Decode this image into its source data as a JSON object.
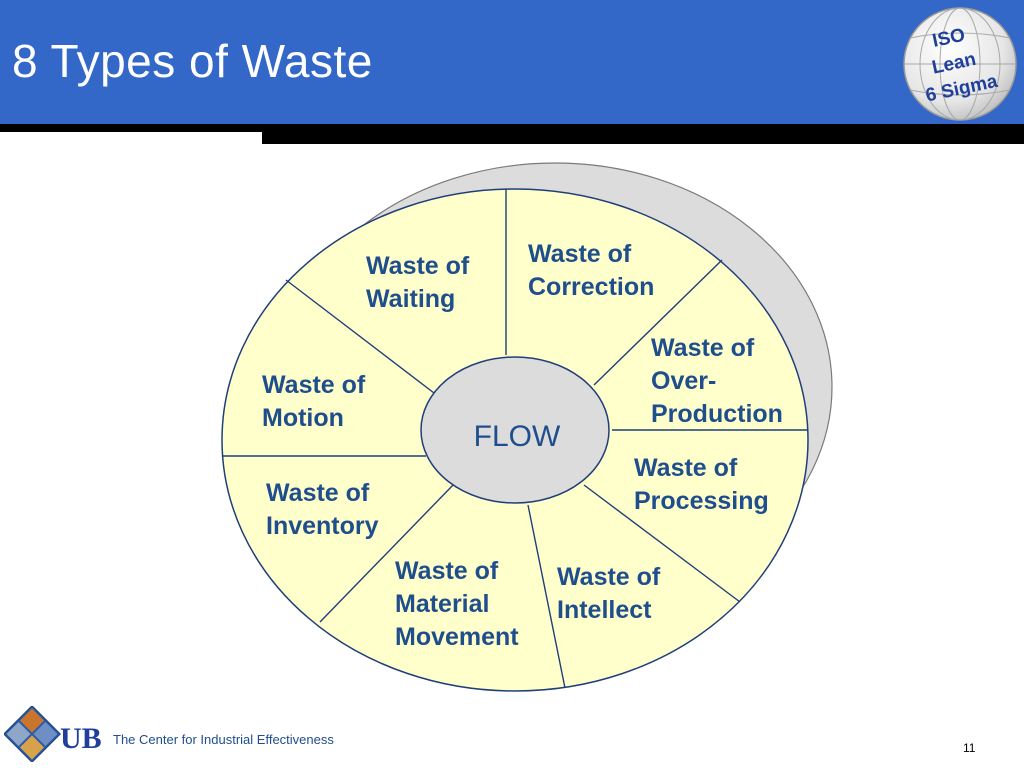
{
  "header": {
    "title": "8 Types of Waste",
    "background_color": "#3368c9",
    "logo": {
      "lines": [
        "ISO",
        "Lean",
        "6 Sigma"
      ],
      "text_color": "#1f3f9a"
    }
  },
  "diagram": {
    "center_label": "FLOW",
    "wheel_fill": "#ffffcc",
    "outline_color": "#1f3f7a",
    "hub_fill": "#dcdcdc",
    "label_color": "#1f4e8c",
    "wedges": [
      {
        "label_lines": [
          "Waste of",
          "Waiting"
        ]
      },
      {
        "label_lines": [
          "Waste of",
          "Correction"
        ]
      },
      {
        "label_lines": [
          "Waste of",
          "Over-",
          "Production"
        ]
      },
      {
        "label_lines": [
          "Waste of",
          "Processing"
        ]
      },
      {
        "label_lines": [
          "Waste of",
          "Intellect"
        ]
      },
      {
        "label_lines": [
          "Waste of",
          "Material",
          "Movement"
        ]
      },
      {
        "label_lines": [
          "Waste of",
          "Inventory"
        ]
      },
      {
        "label_lines": [
          "Waste of",
          "Motion"
        ]
      }
    ]
  },
  "footer": {
    "text": "The Center for Industrial Effectiveness",
    "logo_text": "UB",
    "page_number": "11"
  }
}
